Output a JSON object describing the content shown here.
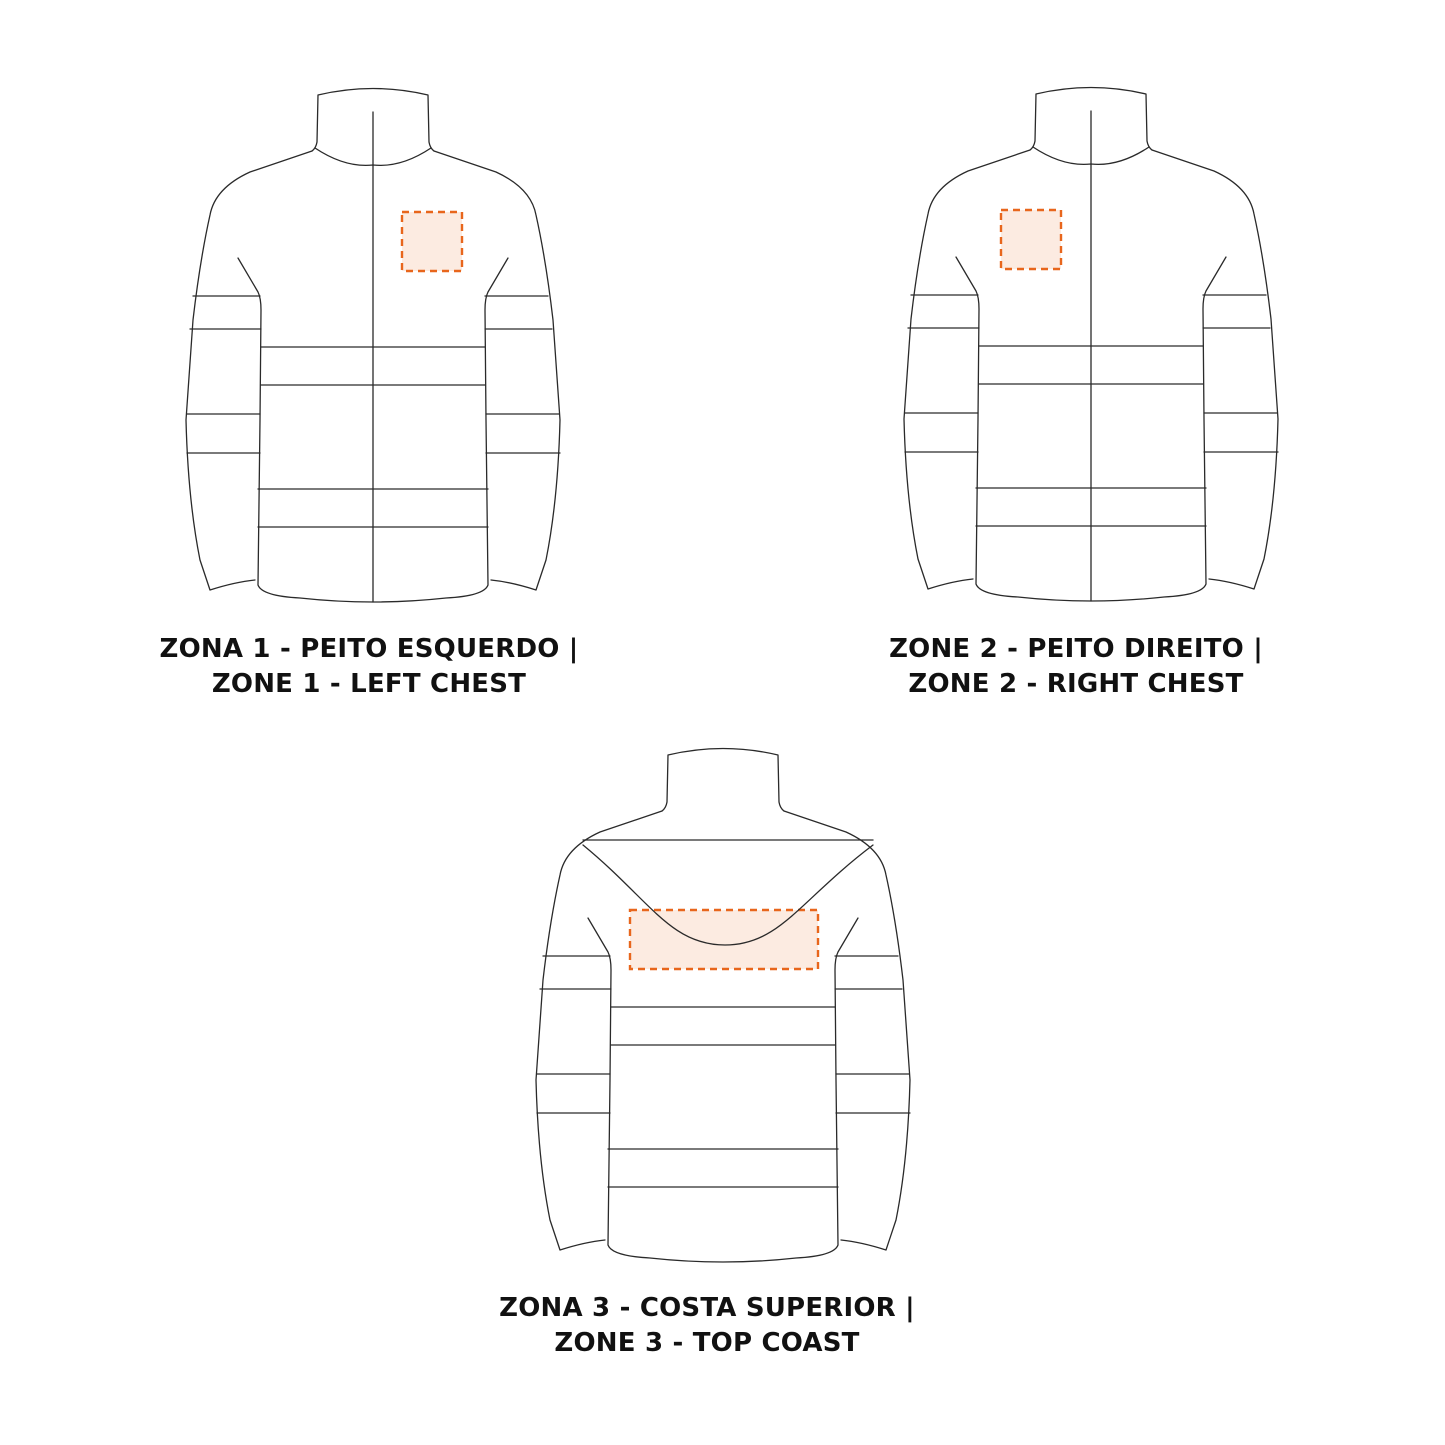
{
  "colors": {
    "outline": "#2a2a2a",
    "zone_stroke": "#e8661c",
    "zone_fill": "#fcebe1"
  },
  "zones": [
    {
      "view": "front",
      "line1": "ZONA 1 - PEITO ESQUERDO |",
      "line2": "ZONE 1 - LEFT CHEST"
    },
    {
      "view": "front",
      "line1": "ZONE 2 - PEITO DIREITO |",
      "line2": "ZONE 2 - RIGHT CHEST"
    },
    {
      "view": "back",
      "line1": "ZONA 3 - COSTA SUPERIOR |",
      "line2": "ZONE 3 - TOP COAST"
    }
  ]
}
